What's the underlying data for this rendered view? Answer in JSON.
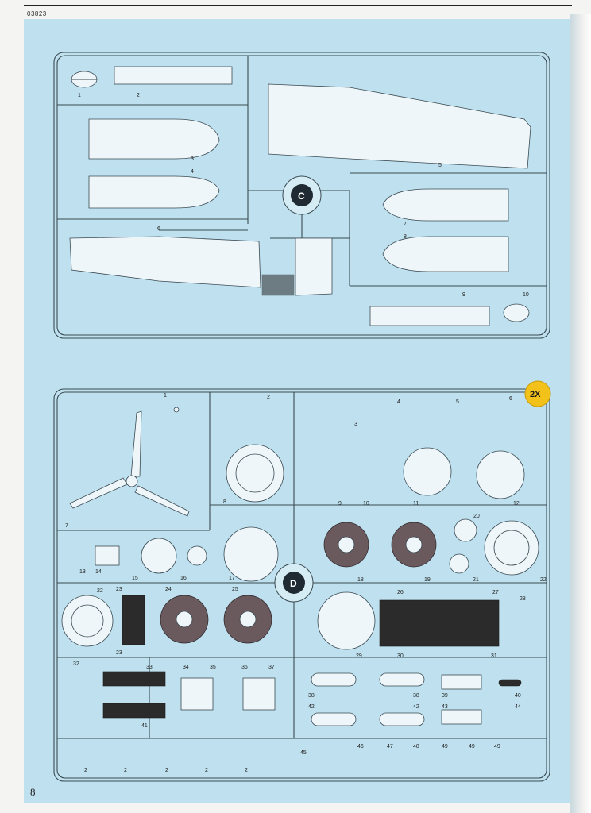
{
  "header": {
    "code": "03823"
  },
  "footer": {
    "page_number": "8"
  },
  "sprue_c": {
    "letter": "C",
    "parts": [
      {
        "n": "1"
      },
      {
        "n": "2"
      },
      {
        "n": "3"
      },
      {
        "n": "4"
      },
      {
        "n": "5"
      },
      {
        "n": "6"
      },
      {
        "n": "7"
      },
      {
        "n": "8"
      },
      {
        "n": "9"
      },
      {
        "n": "10"
      }
    ]
  },
  "sprue_d": {
    "letter": "D",
    "quantity_badge": "2X",
    "parts": [
      "1",
      "2",
      "3",
      "4",
      "5",
      "6",
      "7",
      "8",
      "9",
      "10",
      "11",
      "12",
      "13",
      "14",
      "15",
      "16",
      "17",
      "18",
      "19",
      "20",
      "21",
      "22",
      "22",
      "23",
      "23",
      "24",
      "25",
      "26",
      "27",
      "28",
      "29",
      "30",
      "31",
      "32",
      "33",
      "34",
      "35",
      "36",
      "37",
      "38",
      "38",
      "39",
      "40",
      "41",
      "42",
      "42",
      "43",
      "44",
      "45",
      "46",
      "47",
      "48",
      "49",
      "49",
      "49",
      "2",
      "2",
      "2",
      "2",
      "2"
    ]
  },
  "colors": {
    "background": "#bfe1ef",
    "frame": "#3a4a52",
    "badge": "#f2c21b",
    "sprue_letter_circle": "#1f2a33"
  }
}
